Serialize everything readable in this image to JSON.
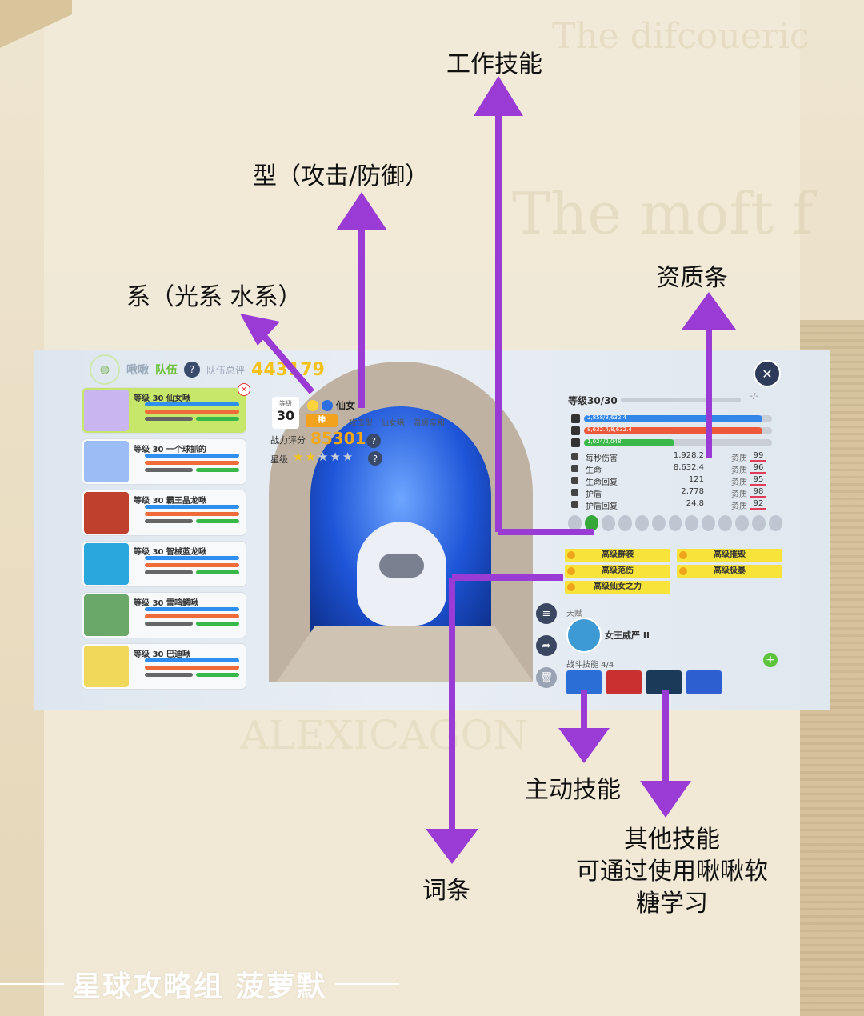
{
  "annotations": {
    "work_skill": "工作技能",
    "type": "型（攻击/防御）",
    "element": "系（光系 水系）",
    "aptitude": "资质条",
    "active_skill": "主动技能",
    "affix": "词条",
    "other_skill_lines": [
      "其他技能",
      "可通过使用啾啾软",
      "糖学习"
    ]
  },
  "footer": {
    "credit": "星球攻略组 菠萝默"
  },
  "game": {
    "header": {
      "name": "啾啾",
      "team": "队伍",
      "total_label": "队伍总评",
      "total_value": "443179"
    },
    "pets": [
      {
        "title": "等级 30 仙女啾",
        "color": "#c9b6f0",
        "active": true
      },
      {
        "title": "等级 30 一个球抓的",
        "color": "#9bbcf4",
        "active": false
      },
      {
        "title": "等级 30 霸王晶龙啾",
        "color": "#c0402e",
        "active": false
      },
      {
        "title": "等级 30 智械蓝龙啾",
        "color": "#2aa7dc",
        "active": false
      },
      {
        "title": "等级 30 雷鸣鳄啾",
        "color": "#6aa86a",
        "active": false
      },
      {
        "title": "等级 30 巴迪啾",
        "color": "#f0d85a",
        "active": false
      }
    ],
    "detail": {
      "level_label": "等级",
      "level": "30",
      "name": "仙女",
      "god_badge": "神",
      "tags": [
        "攻击型",
        "仙女啾",
        "温顺亲和"
      ],
      "power_label": "战力评分",
      "power": "85301",
      "star_label": "星级",
      "stars": 2,
      "max_stars": 5
    },
    "stats_panel": {
      "level_text": "等级30/30",
      "level_end": "-/-",
      "hp_bars": [
        {
          "text": "2,858/8,632.4",
          "color": "#3186e8",
          "fill": 0.95
        },
        {
          "text": "8,632.4/8,632.4",
          "color": "#ec5a3b",
          "fill": 0.95
        },
        {
          "text": "1,024/2,048",
          "color": "#3bb84a",
          "fill": 0.48
        }
      ],
      "rows": [
        {
          "name": "每秒伤害",
          "value": "1,928.2",
          "apt_label": "资质",
          "apt": "99"
        },
        {
          "name": "生命",
          "value": "8,632.4",
          "apt_label": "资质",
          "apt": "96"
        },
        {
          "name": "生命回复",
          "value": "121",
          "apt_label": "资质",
          "apt": "95"
        },
        {
          "name": "护盾",
          "value": "2,778",
          "apt_label": "资质",
          "apt": "98"
        },
        {
          "name": "护盾回复",
          "value": "24.8",
          "apt_label": "资质",
          "apt": "92"
        }
      ],
      "work_icons": 13,
      "work_active_index": 1,
      "perks": [
        "高级群袭",
        "高级摧毁",
        "高级范伤",
        "高级极暴",
        "高级仙女之力"
      ],
      "talent_label": "天赋",
      "talent_name": "女王威严 II",
      "battle_label": "战斗技能 4/4",
      "battle_skill_colors": [
        "#2b6fd6",
        "#c93030",
        "#1b3a5a",
        "#2d5fd0"
      ]
    }
  }
}
